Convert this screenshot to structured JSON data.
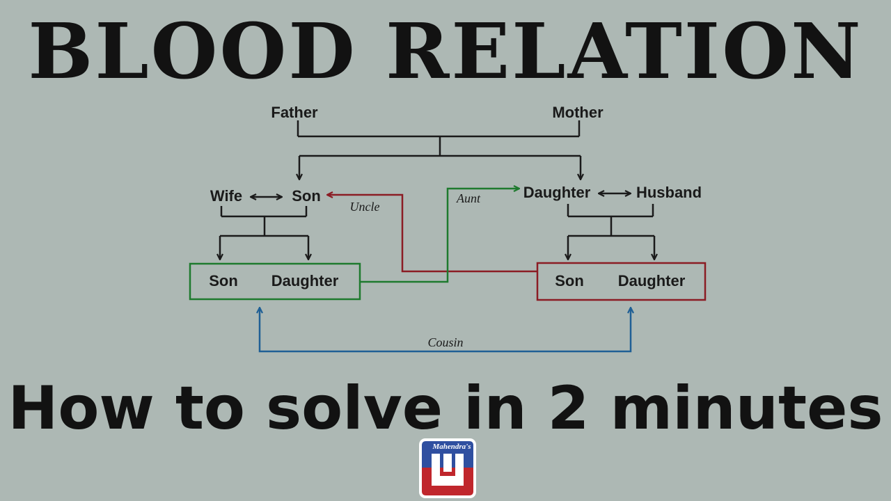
{
  "title": "BLOOD RELATION",
  "subtitle": "How to solve in 2 minutes",
  "tree": {
    "father": "Father",
    "mother": "Mother",
    "wife": "Wife",
    "son": "Son",
    "daughter": "Daughter",
    "husband": "Husband",
    "left_child_son": "Son",
    "left_child_daughter": "Daughter",
    "right_child_son": "Son",
    "right_child_daughter": "Daughter"
  },
  "relations": {
    "uncle": "Uncle",
    "aunt": "Aunt",
    "cousin": "Cousin"
  },
  "colors": {
    "uncle": "#8b1c24",
    "aunt": "#1e7a2e",
    "cousin": "#1f5f95",
    "lines": "#1a1a1a"
  },
  "logo": {
    "text": "Mahendra's",
    "top_color": "#2f4fa0",
    "bottom_color": "#c0262c"
  }
}
